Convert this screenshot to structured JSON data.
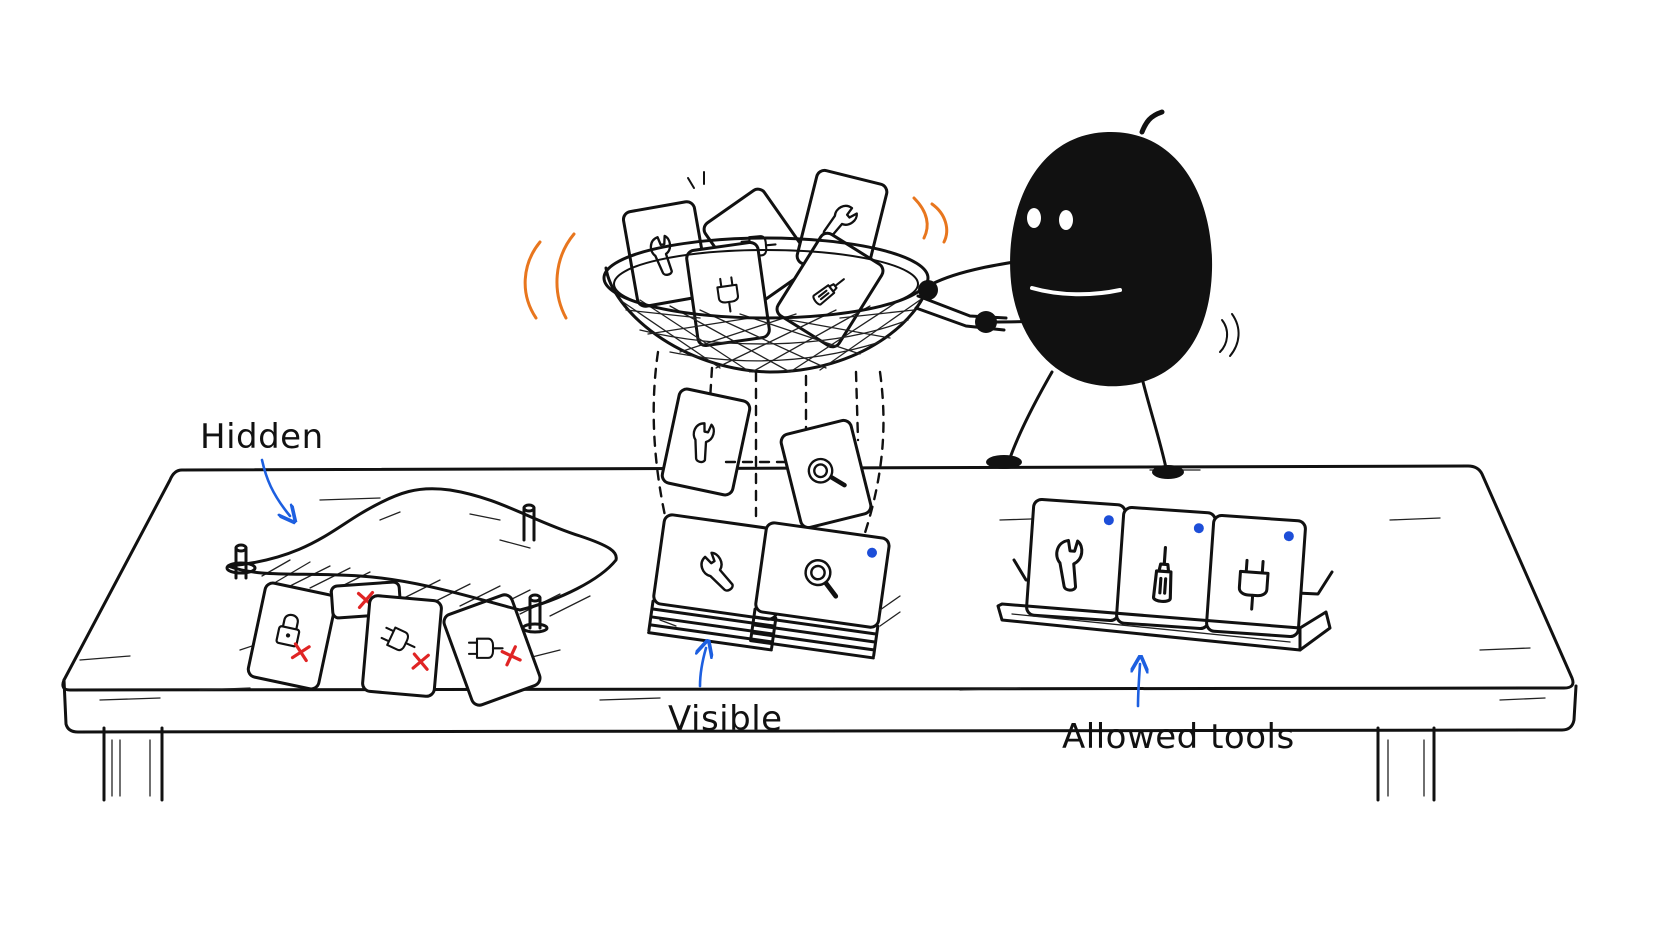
{
  "labels": {
    "hidden": "Hidden",
    "visible": "Visible",
    "allowed": "Allowed tools"
  },
  "colors": {
    "ink": "#111111",
    "arrow_blue": "#1d5fe0",
    "motion_orange": "#e8761e",
    "reject_red": "#e02424",
    "badge_blue": "#1d4ed8"
  },
  "icons": {
    "basket_cards": [
      "wrench-icon",
      "plug-icon",
      "wrench-icon",
      "plug-icon",
      "screwdriver-icon"
    ],
    "falling_cards": [
      "wrench-icon",
      "magnifier-icon"
    ],
    "visible_stacks": [
      "wrench-icon",
      "magnifier-icon"
    ],
    "allowed_cards": [
      "wrench-icon",
      "screwdriver-icon",
      "plug-icon"
    ],
    "hidden_cards": [
      "lock-icon",
      "plug-icon",
      "plug-icon"
    ]
  }
}
